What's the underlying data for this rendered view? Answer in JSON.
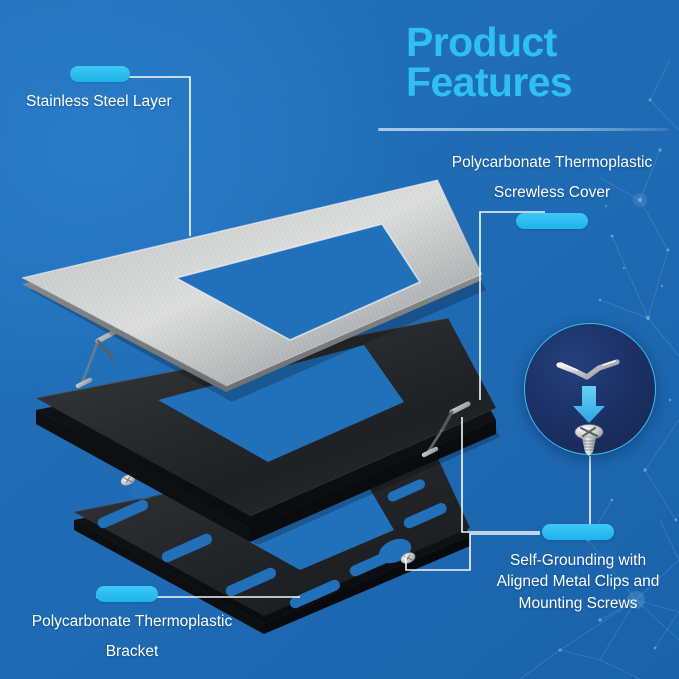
{
  "header": {
    "title_line1": "Product",
    "title_line2": "Features"
  },
  "callouts": {
    "stainless_steel": {
      "label": "Stainless Steel Layer",
      "bar_color": "#2ab8ee"
    },
    "screwless_cover": {
      "line1": "Polycarbonate Thermoplastic",
      "line2": "Screwless Cover",
      "bar_color": "#2ab8ee"
    },
    "self_grounding": {
      "line1": "Self-Grounding with",
      "line2": "Aligned Metal Clips and",
      "line3": "Mounting Screws",
      "bar_color": "#2ab8ee"
    },
    "bracket": {
      "line1": "Polycarbonate Thermoplastic",
      "line2": "Bracket",
      "bar_color": "#2ab8ee"
    }
  },
  "detail_circle": {
    "clip_icon": "metal-clip-icon",
    "arrow_icon": "down-arrow-icon",
    "screw_icon": "phillips-screw-icon",
    "ring_color": "#36bdf0",
    "fill_color": "#1b2f63"
  },
  "parts": {
    "steel_plate": {
      "name": "Stainless Steel Layer",
      "material": "brushed-stainless"
    },
    "cover_plate": {
      "name": "Screwless Cover",
      "material": "black-polycarbonate"
    },
    "bracket_plate": {
      "name": "Mounting Bracket",
      "material": "black-polycarbonate"
    }
  },
  "theme": {
    "background_blue": "#1f6cb5",
    "accent_cyan": "#2fc0f2",
    "text_white": "#ffffff",
    "leader_line": "#ffffff"
  }
}
